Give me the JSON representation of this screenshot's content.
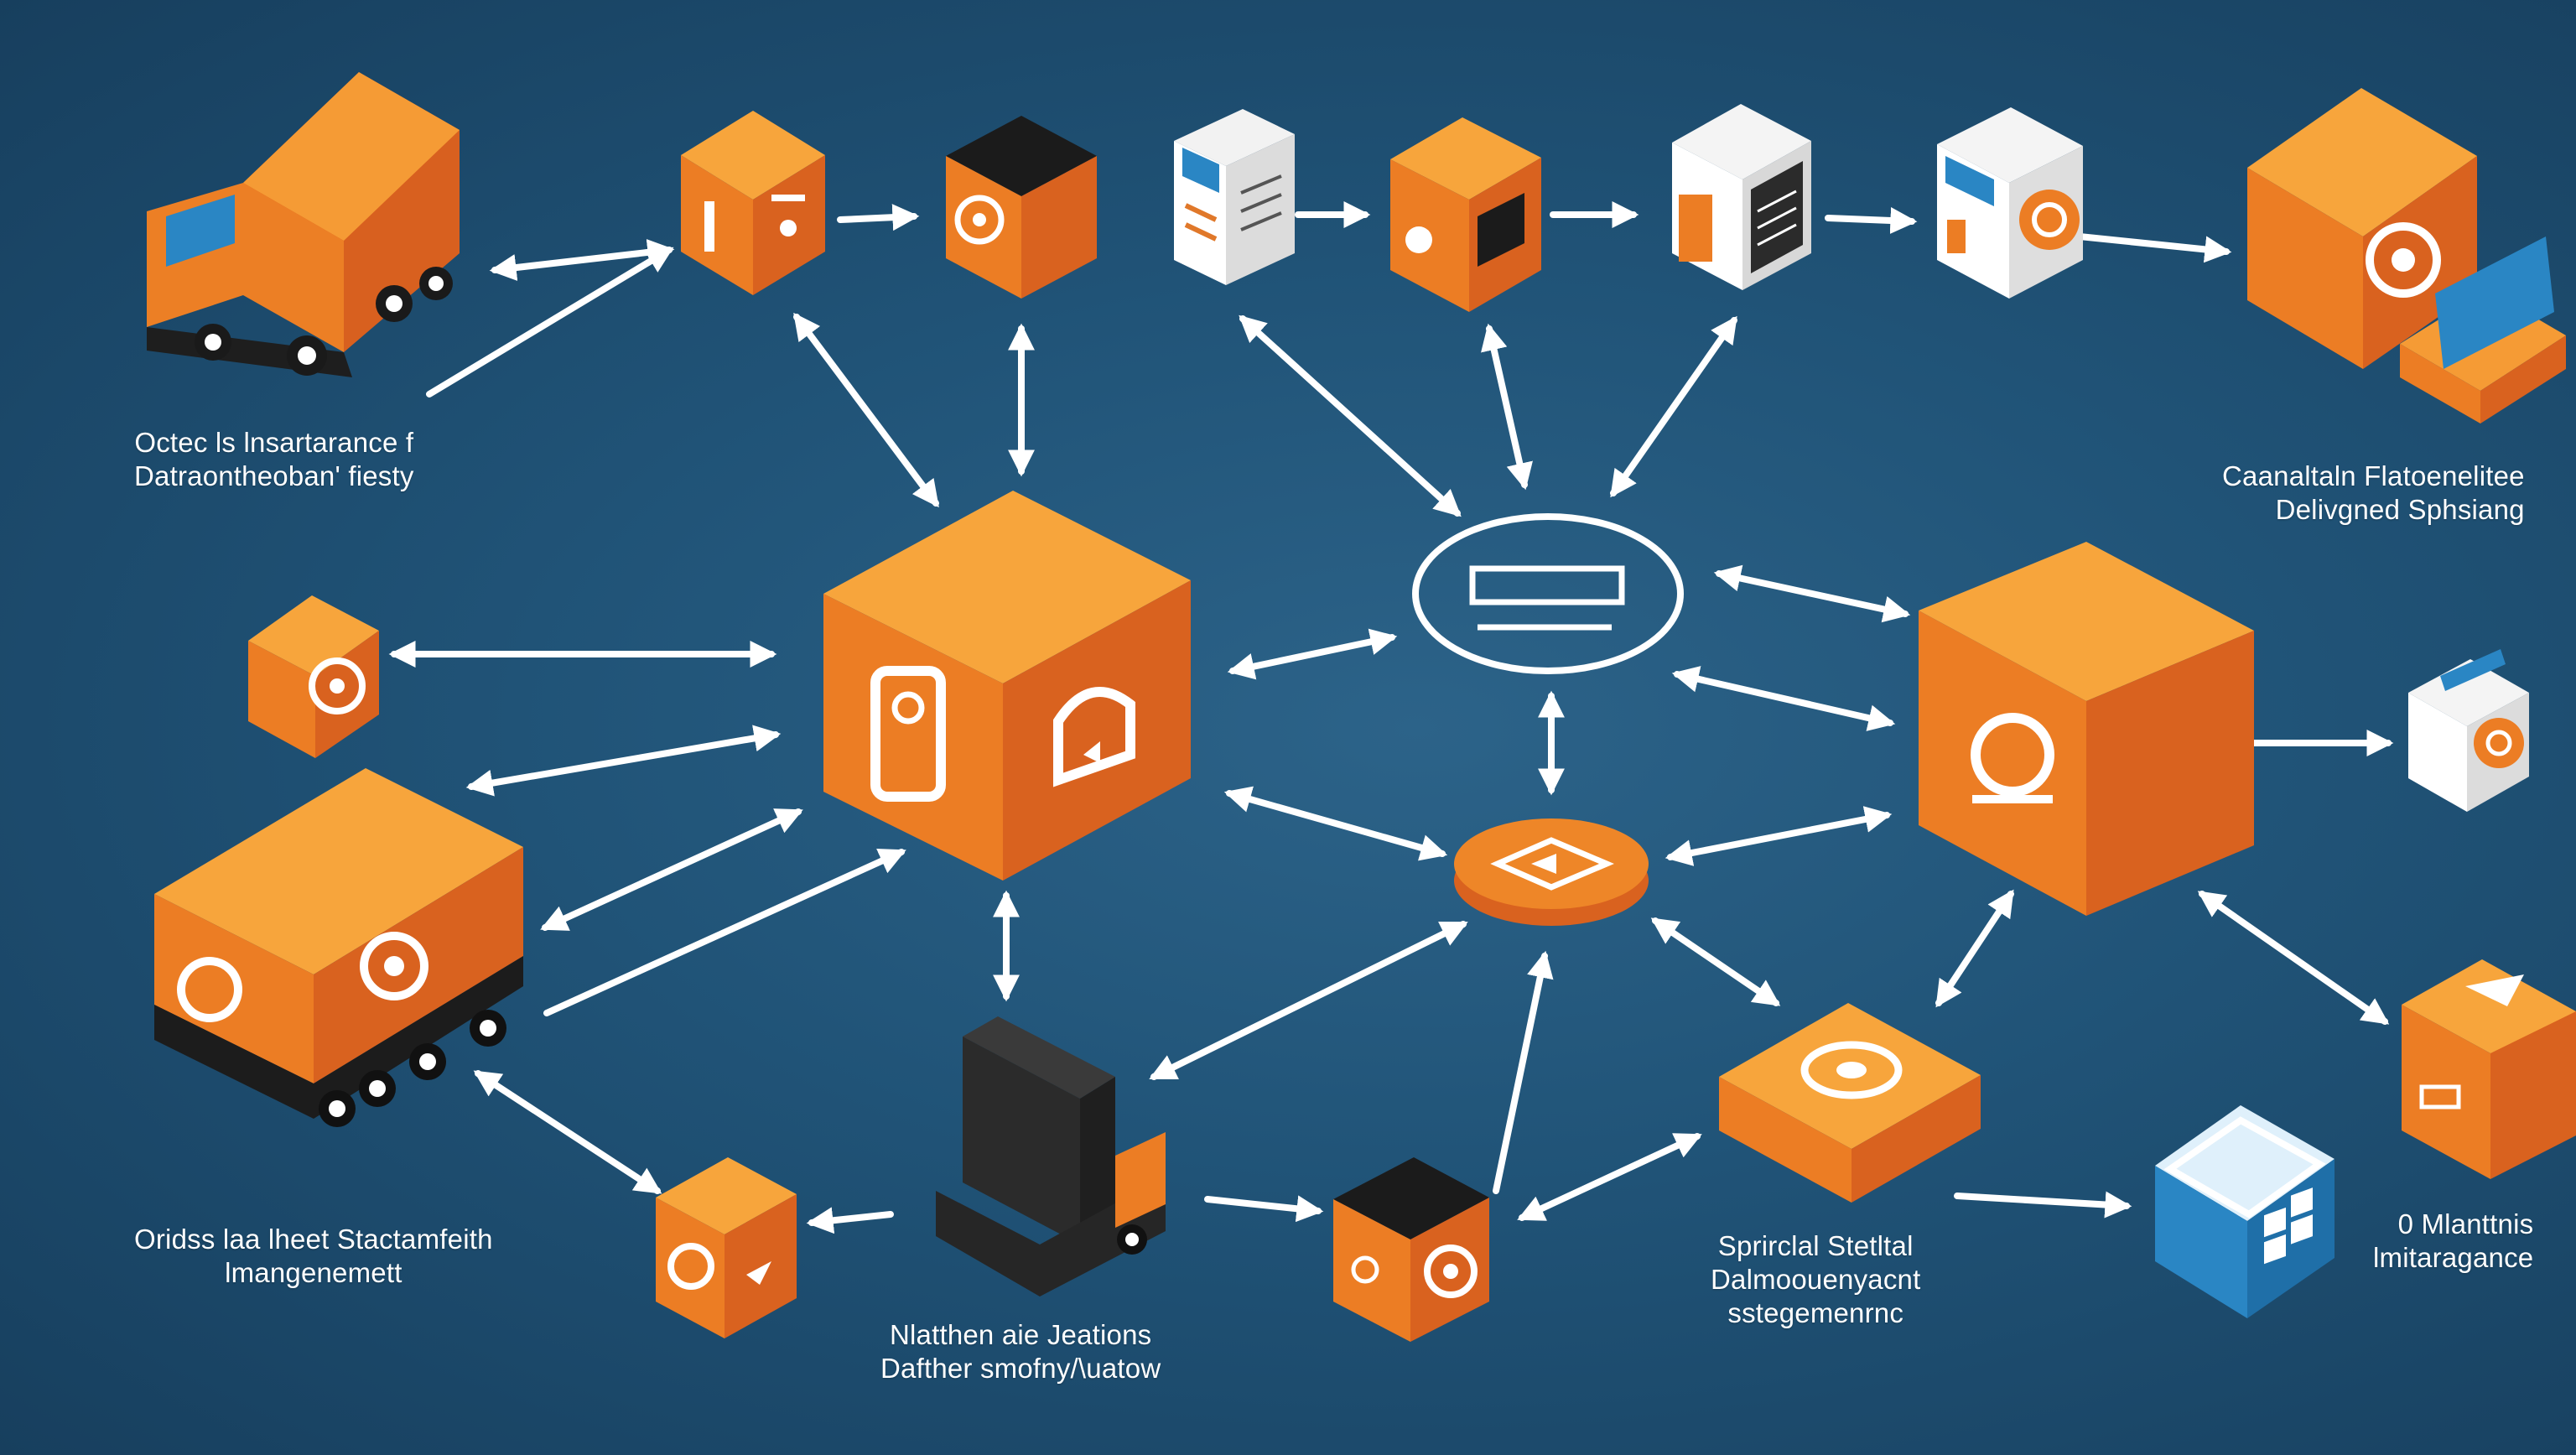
{
  "colors": {
    "background": "#205377",
    "accent_orange": "#ee8628",
    "orange_dark": "#d8601f",
    "orange_light": "#f6a03a",
    "dark_vehicle": "#2b2b2b",
    "blue_accent": "#2a86c4",
    "arrow": "#ffffff"
  },
  "labels": {
    "top_left": {
      "line1": "Octec ls lnsartarance f",
      "line2": "Datraontheoban' fiesty"
    },
    "top_right": {
      "line1": "Caanaltaln Flatoenelitee",
      "line2": "Delivgned Sphsiang"
    },
    "bottom_left": {
      "line1": "Oridss laa lheet Stactamfeith",
      "line2": "lmangenemett"
    },
    "bottom_center": {
      "line1": "Nlatthen aie Jeations",
      "line2": "Dafther smofny/\\uatow"
    },
    "bottom_right_center": {
      "line1": "Sprirclal Stetltal",
      "line2": "Dalmoouenyacnt",
      "line3": "sstegemenrnc"
    },
    "bottom_right": {
      "line1": "0 Mlanttnis",
      "line2": "lmitaragance"
    }
  },
  "icons": [
    "delivery-truck-icon",
    "package-box-icon",
    "document-icon",
    "server-icon",
    "database-icon",
    "shipping-truck-icon",
    "kiosk-icon",
    "warehouse-box-icon",
    "hub-disc-icon",
    "network-node-icon"
  ]
}
